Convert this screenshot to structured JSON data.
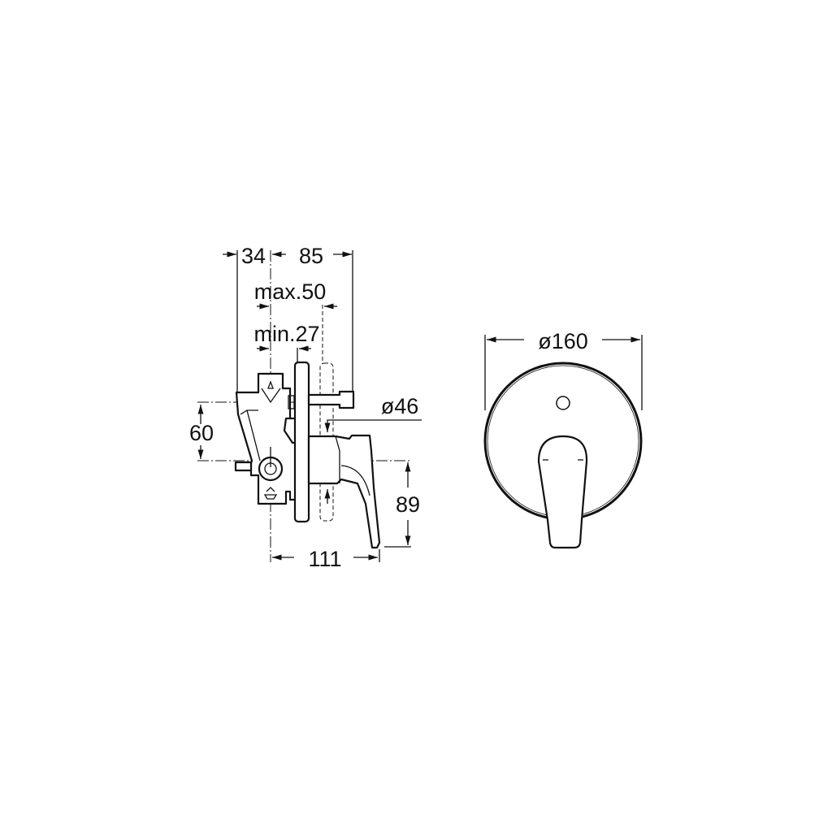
{
  "side_view": {
    "dimensions": {
      "back_depth": "34",
      "front_depth": "85",
      "max_embed": "max.50",
      "min_embed": "min.27",
      "spout_diameter": "ø46",
      "height_offset": "60",
      "lever_drop": "89",
      "lever_length": "111"
    }
  },
  "front_view": {
    "dimensions": {
      "plate_diameter": "ø160"
    }
  }
}
